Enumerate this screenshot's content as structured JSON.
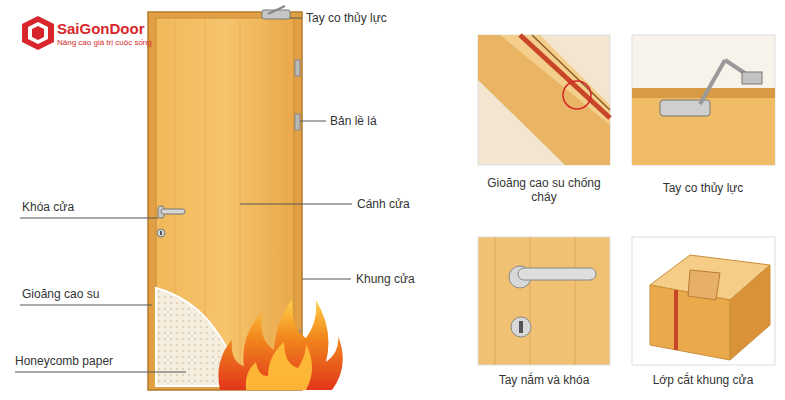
{
  "diagram": {
    "labels": [
      "SaiGonDoor",
      "Nâng cao giá trị cuộc sống",
      "Tay co thủy lực",
      "Bản lề lá",
      "Cánh cửa",
      "Khung cửa",
      "Khóa cửa",
      "Gioăng cao su",
      "Honeycomb paper",
      "Gioăng cao su chống cháy",
      "Tay co thủy lực",
      "Tay nắm và khóa",
      "Lớp cắt khung cửa"
    ]
  }
}
